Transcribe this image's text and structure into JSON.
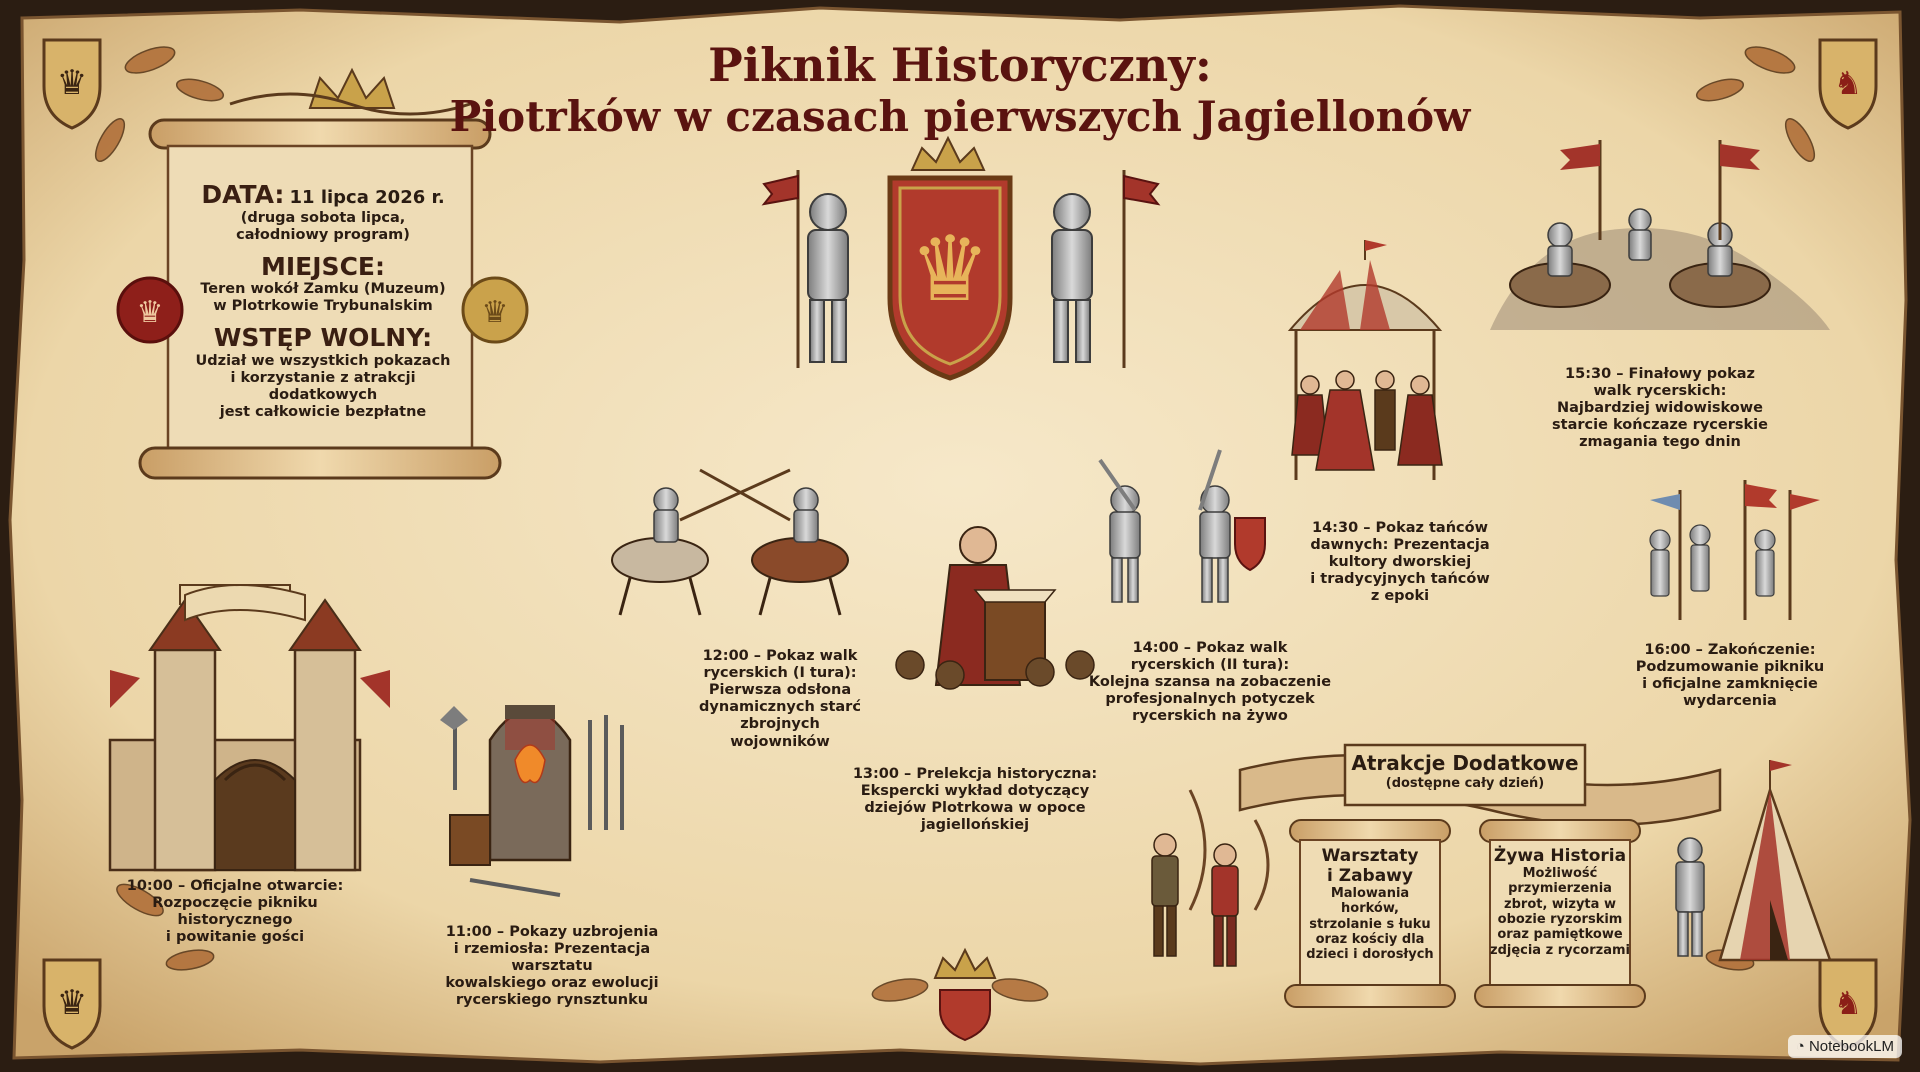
{
  "title": {
    "line1": "Piknik Historyczny:",
    "line2": "Piotrków w czasach pierwszych Jagiellonów"
  },
  "info": {
    "data_label": "DATA:",
    "data_value": "11 lipca 2026 r.",
    "data_note": [
      "(druga sobota lipca,",
      "całodniowy program)"
    ],
    "miejsce_label": "MIEJSCE:",
    "miejsce_value": [
      "Teren wokół Zamku (Muzeum)",
      "w Plotrkowie Trybunalskim"
    ],
    "wstep_label": "WSTĘP WOLNY:",
    "wstep_value": [
      "Udział we wszystkich pokazach",
      "i korzystanie z atrakcji dodatkowych",
      "jest całkowicie bezpłatne"
    ]
  },
  "events": [
    {
      "id": "e1000",
      "lines": [
        "10:00 – Oficjalne otwarcie:",
        "Rozpoczęcie pikniku",
        "historycznego",
        "i powitanie gości"
      ]
    },
    {
      "id": "e1100",
      "lines": [
        "11:00 – Pokazy uzbrojenia",
        "i rzemiosła: Prezentacja warsztatu",
        "kowalskiego oraz ewolucji",
        "rycerskiego rynsztunku"
      ]
    },
    {
      "id": "e1200",
      "lines": [
        "12:00 – Pokaz walk",
        "rycerskich (I tura):",
        "Pierwsza odsłona",
        "dynamicznych starć",
        "zbrojnych",
        "wojowników"
      ]
    },
    {
      "id": "e1300",
      "lines": [
        "13:00 – Prelekcja historyczna:",
        "Ekspercki wykład dotyczący",
        "dziejów Plotrkowa w opoce",
        "jagiellońskiej"
      ]
    },
    {
      "id": "e1400",
      "lines": [
        "14:00 – Pokaz walk",
        "rycerskich (II tura):",
        "Kolejna szansa na zobaczenie",
        "profesjonalnych potyczek",
        "rycerskich na żywo"
      ]
    },
    {
      "id": "e1430",
      "lines": [
        "14:30 – Pokaz tańców",
        "dawnych: Prezentacja",
        "kultory dworskiej",
        "i tradycyjnych tańców",
        "z epoki"
      ]
    },
    {
      "id": "e1530",
      "lines": [
        "15:30 – Finałowy pokaz",
        "walk rycerskich:",
        "Najbardziej widowiskowe",
        "starcie kończaze rycerskie",
        "zmagania tego dnin"
      ]
    },
    {
      "id": "e1600",
      "lines": [
        "16:00 – Zakończenie:",
        "Podzumowanie pikniku",
        "i oficjalne zamknięcie",
        "wydarcenia"
      ]
    }
  ],
  "attractions": {
    "title": "Atrakcje Dodatkowe",
    "subtitle": "(dostępne cały dzień)",
    "workshops": {
      "title": [
        "Warsztaty",
        "i Zabawy"
      ],
      "lines": [
        "Malowania horków,",
        "strzolanie s łuku",
        "oraz kościy dla",
        "dzieci i dorosłych"
      ]
    },
    "living_history": {
      "title": [
        "Żywa Historia"
      ],
      "lines": [
        "Możliwość",
        "przymierzenia",
        "zbrot, wizyta w",
        "obozie ryzorskim",
        "oraz pamiętkowe",
        "zdjęcia z rycorzami"
      ]
    }
  },
  "watermark": "NotebookLM",
  "colors": {
    "parchment": "#f3e3c2",
    "parchment_dark": "#d9bd8b",
    "ink": "#2a1c12",
    "title_red": "#5a1310",
    "banner_red": "#a3342a",
    "gold": "#c9a24a"
  }
}
